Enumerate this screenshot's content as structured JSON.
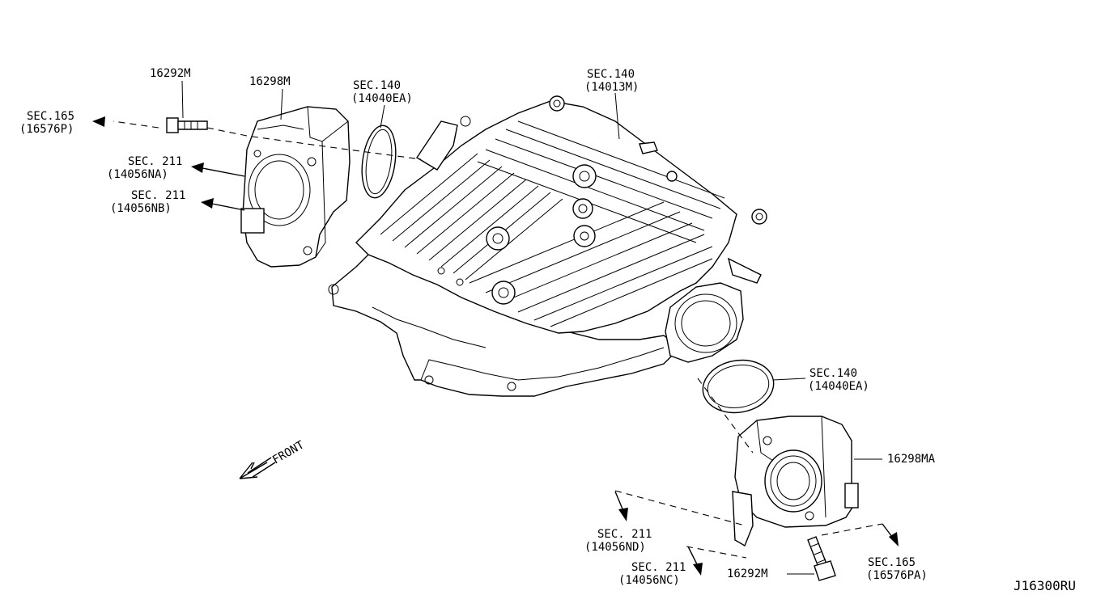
{
  "labels": {
    "bolt_upper": "16292M",
    "throttle_upper": "16298M",
    "gasket_upper_sec": "SEC.140",
    "gasket_upper_part": "(14040EA)",
    "manifold_sec": "SEC.140",
    "manifold_part": "(14013M)",
    "sec165_upper": "SEC.165",
    "sec165_upper_part": "(16576P)",
    "sec211_na": "SEC. 211",
    "sec211_na_part": "(14056NA)",
    "sec211_nb": "SEC. 211",
    "sec211_nb_part": "(14056NB)",
    "gasket_lower_sec": "SEC.140",
    "gasket_lower_part": "(14040EA)",
    "throttle_lower": "16298MA",
    "sec211_nd": "SEC. 211",
    "sec211_nd_part": "(14056ND)",
    "sec211_nc": "SEC. 211",
    "sec211_nc_part": "(14056NC)",
    "bolt_lower": "16292M",
    "sec165_lower": "SEC.165",
    "sec165_lower_part": "(16576PA)",
    "front": "FRONT",
    "diagram_id": "J16300RU"
  }
}
